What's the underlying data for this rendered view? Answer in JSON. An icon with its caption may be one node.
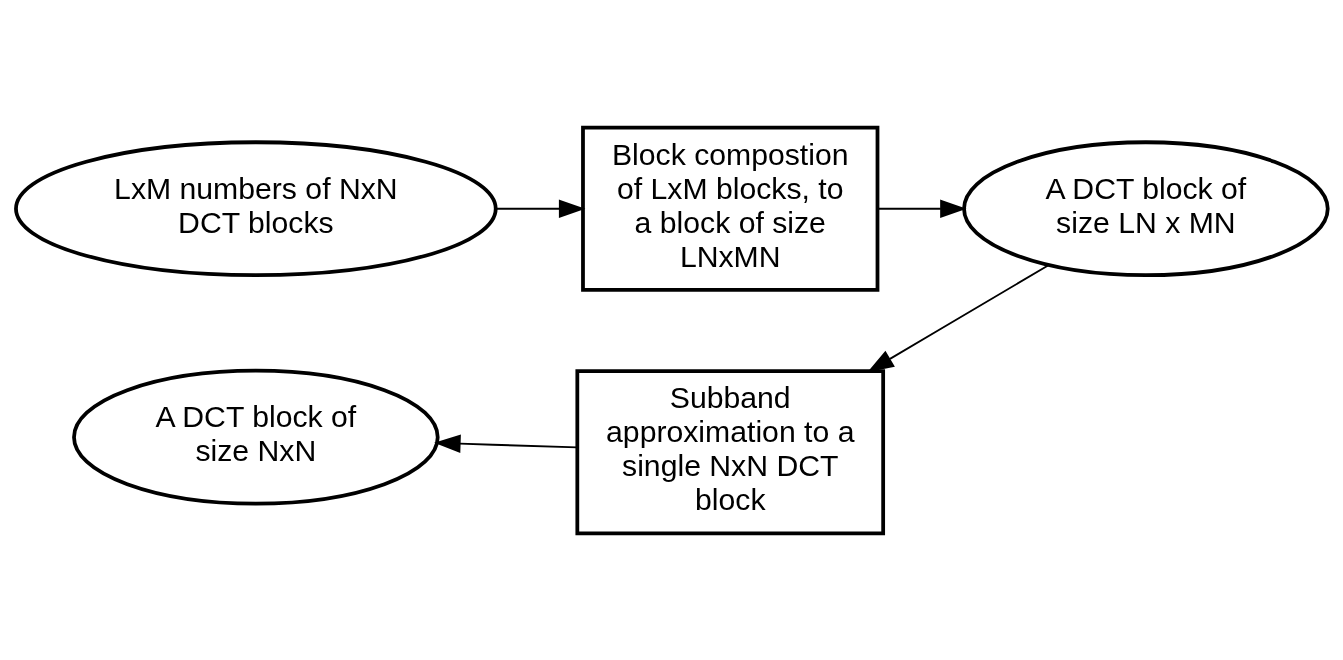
{
  "diagram": {
    "nodes": [
      {
        "text": [
          "LxM numbers of NxN DCT blocks"
        ]
      },
      {
        "text": [
          "Block compostion of LxM blocks, to a block of size LNxMN"
        ]
      },
      {
        "text": [
          "A DCT block of size LN x MN"
        ]
      },
      {
        "text": [
          "Subband approximation to a single NxN DCT block"
        ]
      },
      {
        "text": [
          "A DCT block of size NxN"
        ]
      }
    ],
    "edges": [
      {
        "from": 0,
        "to": 1,
        "arrow": "to"
      },
      {
        "from": 1,
        "to": 2,
        "arrow": "to"
      },
      {
        "from": 2,
        "to": 3,
        "arrow": "to"
      },
      {
        "from": 3,
        "to": 4,
        "arrow": "to"
      }
    ]
  }
}
